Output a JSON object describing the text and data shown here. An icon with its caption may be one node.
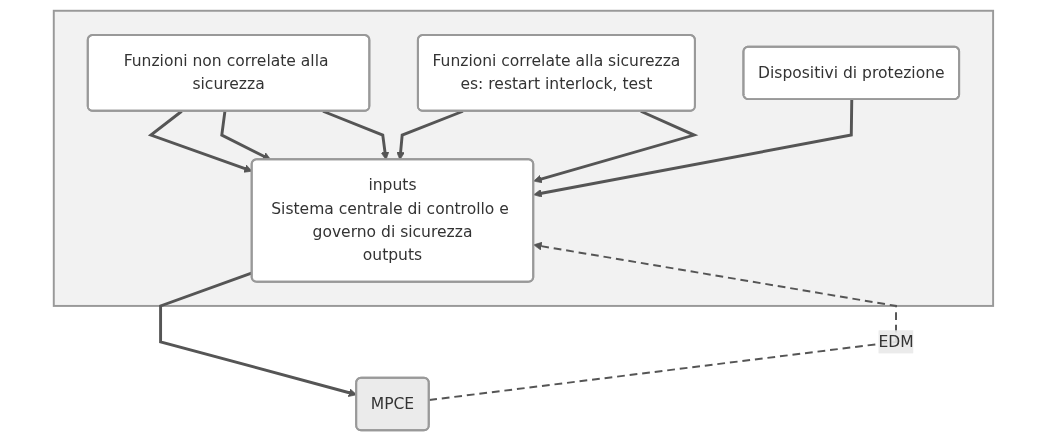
{
  "diagram": {
    "nodes": [
      {
        "text": [],
        "shape": "box"
      },
      {
        "text": [
          "Funzioni non correlate alla sicurezza"
        ],
        "in": 0
      },
      {
        "text": [
          "Funzioni correlate alla sicurezza",
          "es: restart interlock, test"
        ],
        "in": 0
      },
      {
        "text": [
          "Dispositivi di protezione"
        ],
        "in": 0
      },
      {
        "text": [
          "inputs",
          "Sistema centrale di controllo e governo di sicurezza",
          "outputs"
        ],
        "in": 0
      },
      {
        "text": [
          "MPCE"
        ]
      }
    ],
    "edges": [
      {
        "from": 1,
        "to": 4,
        "arrow": "to"
      },
      {
        "from": 1,
        "to": 4,
        "arrow": "to"
      },
      {
        "from": 1,
        "to": 4,
        "arrow": "to"
      },
      {
        "from": 2,
        "to": 4,
        "arrow": "to"
      },
      {
        "from": 2,
        "to": 4,
        "arrow": "to"
      },
      {
        "from": 3,
        "to": 4,
        "arrow": "to"
      },
      {
        "from": 4,
        "to": 5,
        "arrow": "to"
      },
      {
        "from": 5,
        "to": 4,
        "label": "EDM",
        "arrow": "to",
        "style": "dashed"
      }
    ]
  }
}
